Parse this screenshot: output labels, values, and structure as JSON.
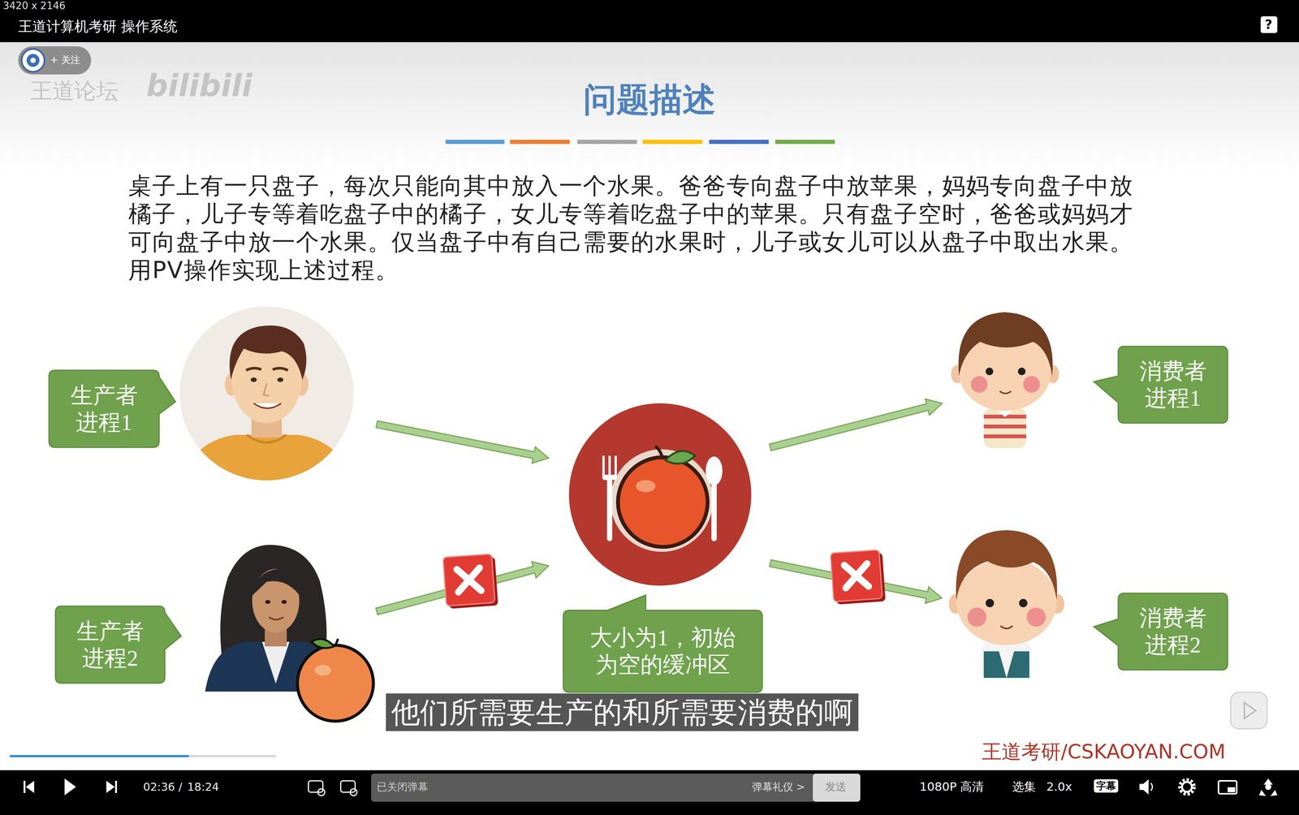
{
  "diagram": {
    "title": "问题描述",
    "nodes": [
      {
        "text": [
          "生产者 进程1"
        ]
      },
      {
        "text": [
          "生产者 进程2"
        ]
      },
      {
        "text": [
          "大小为1，初始 为空的缓冲区"
        ]
      },
      {
        "text": [
          "消费者 进程1"
        ]
      },
      {
        "text": [
          "消费者 进程2"
        ]
      }
    ],
    "labels": [
      "3420 x 2146",
      "王道计算机考研 操作系统",
      "+ 关注",
      "王道论坛",
      "bilibili",
      "桌子上有一只盘子，每次只能向其中放入一个水果。爸爸专向盘子中放苹果，妈妈专向盘子中放 橘子，儿子专等着吃盘子中的橘子，女儿专等着吃盘子中的苹果。只有盘子空时，爸爸或妈妈才 可向盘子中放一个水果。仅当盘子中有自己需要的水果时，儿子或女儿可以从盘子中取出水果。 用PV操作实现上述过程。",
      "他们所需要生产的和所需要消费的啊",
      "王道考研/CSKAOYAN.COM",
      "02:36",
      "/",
      "18:24",
      "已关闭弹幕",
      "弹幕礼仪 >",
      "发送",
      "1080P 高清",
      "选集",
      "2.0x",
      "字幕",
      "?"
    ]
  }
}
